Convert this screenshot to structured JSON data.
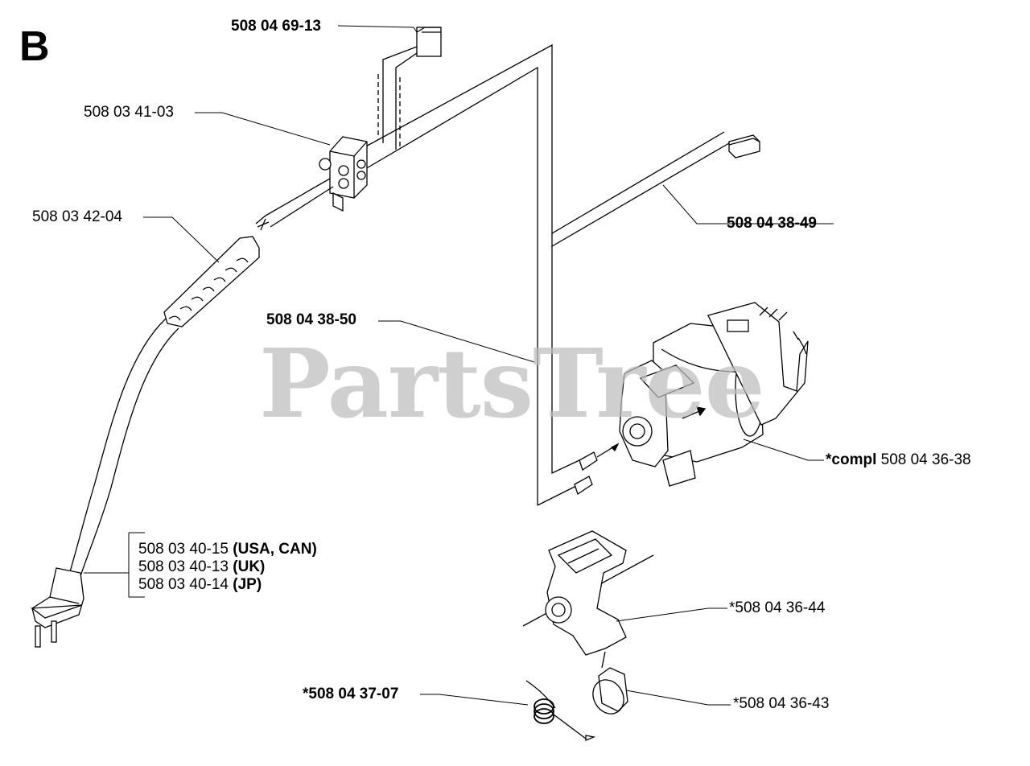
{
  "section_letter": "B",
  "watermark": "PartsTree",
  "parts": {
    "connector_top": "508 04 69-13",
    "terminal_block": "508 03 41-03",
    "cord_sleeve": "508 03 42-04",
    "wire_harness_right": "508 04 38-49",
    "wire_harness_loop": "508 04 38-50",
    "motor_prefix": "*compl",
    "motor_number": "508 04 36-38",
    "plug_usa_number": "508 03 40-15",
    "plug_usa_region": "(USA, CAN)",
    "plug_uk_number": "508 03 40-13",
    "plug_uk_region": "(UK)",
    "plug_jp_number": "508 03 40-14",
    "plug_jp_region": "(JP)",
    "brush_holder": "*508 04 36-44",
    "spring": "*508 04 37-07",
    "carbon_brush": "*508 04 36-43"
  }
}
